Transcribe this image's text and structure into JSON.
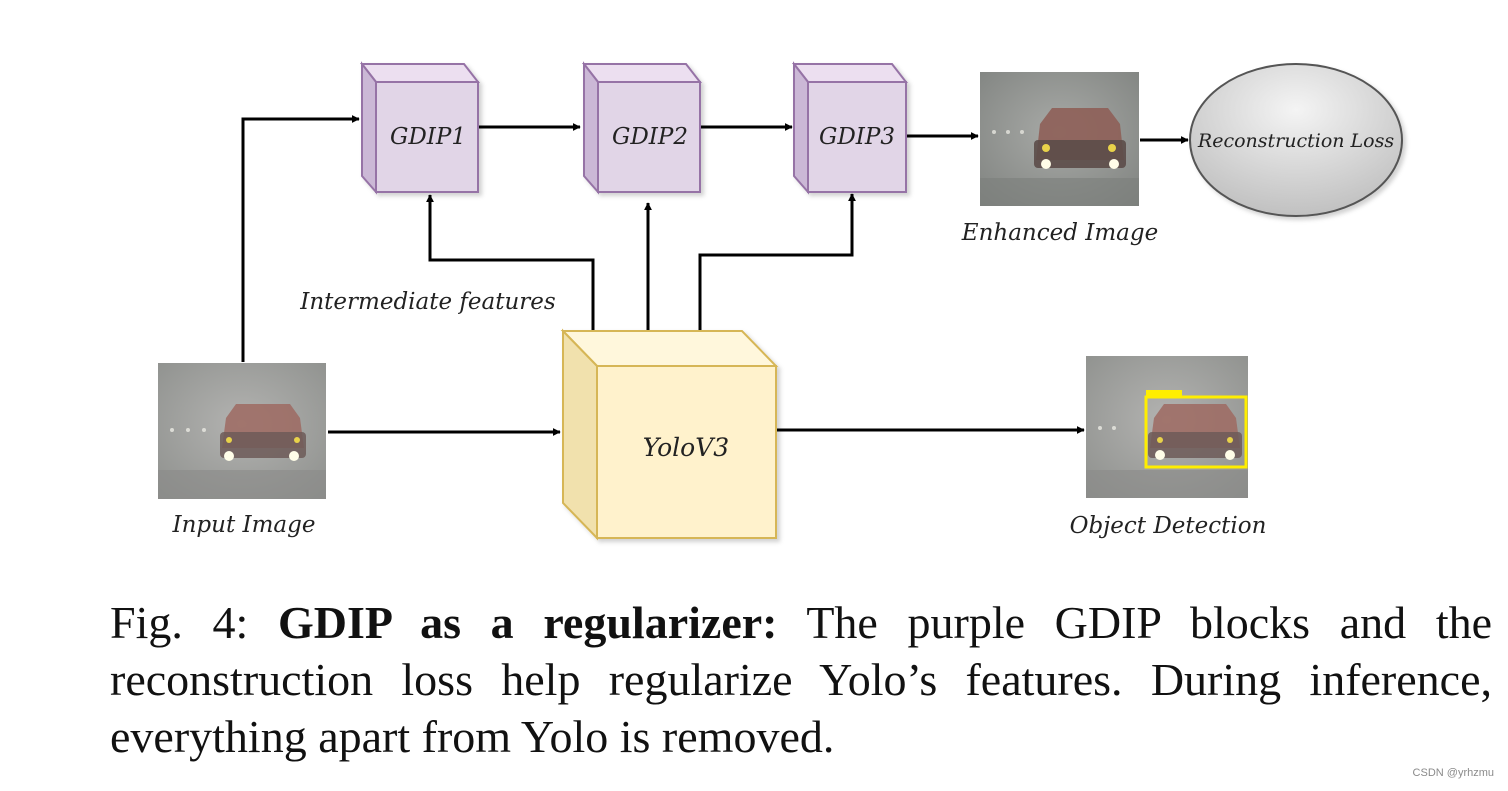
{
  "nodes": {
    "gdip1": "GDIP1",
    "gdip2": "GDIP2",
    "gdip3": "GDIP3",
    "yolo": "YoloV3",
    "loss": "Reconstruction Loss"
  },
  "labels": {
    "input_image": "Input Image",
    "enhanced_image": "Enhanced Image",
    "object_detection": "Object Detection",
    "intermediate_features": "Intermediate features"
  },
  "caption": {
    "prefix": "Fig. 4: ",
    "bold": "GDIP as a regularizer:",
    "text": " The purple GDIP blocks and the reconstruction loss help regularize Yolo’s features. During inference, everything apart from Yolo is removed."
  },
  "watermark": "CSDN @yrhzmu",
  "colors": {
    "gdip_fill": "#e1d5e7",
    "gdip_stroke": "#9673a6",
    "yolo_fill": "#fff2cc",
    "yolo_stroke": "#d6b656",
    "loss_fill": "#d8d8d8",
    "bbox": "#ffee00"
  }
}
